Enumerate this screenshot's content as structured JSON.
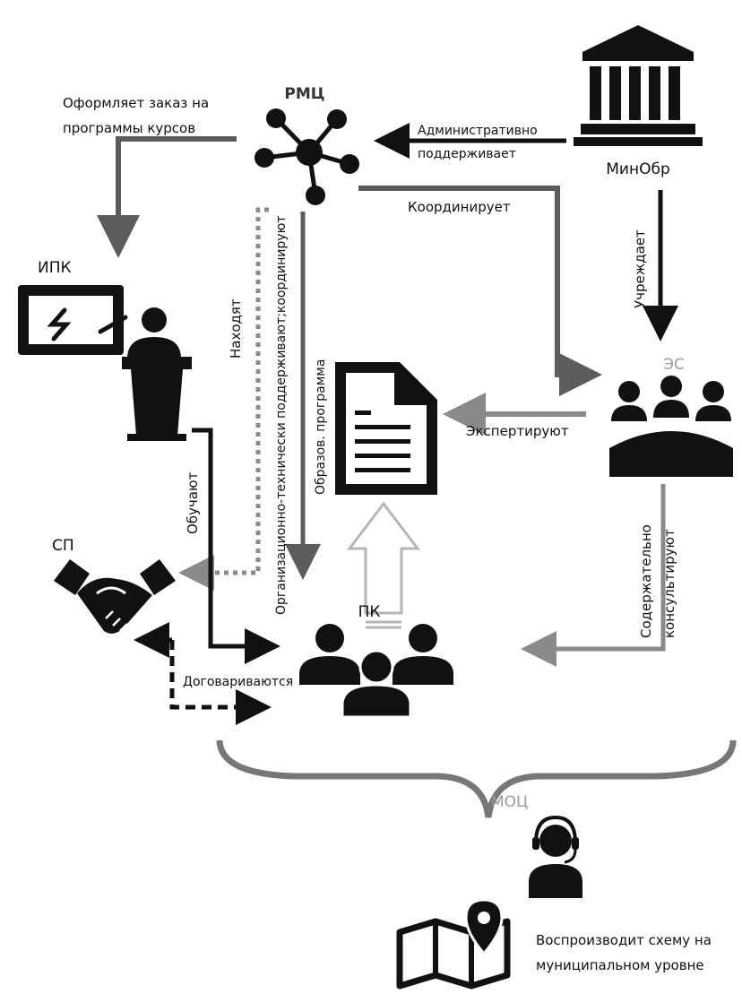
{
  "nodes": {
    "rmc": "РМЦ",
    "minobr": "МинОбр",
    "ipk": "ИПК",
    "es": "ЭС",
    "sp": "СП",
    "pk": "ПК",
    "moc": "МОЦ"
  },
  "edges": {
    "orders_line1": "Оформляет заказ на",
    "orders_line2": "программы курсов",
    "admin_line1": "Административно",
    "admin_line2": "поддерживает",
    "coordinates": "Координирует",
    "establishes": "Учреждает",
    "find": "Находят",
    "org_tech": "Организационно-технически поддерживают;координируют",
    "edu_program": "Образов. программа",
    "expertise": "Экспертируют",
    "teach": "Обучают",
    "content_line1": "Содержательно",
    "content_line2": "консультируют",
    "agree": "Договариваются"
  },
  "footer": {
    "line1": "Воспроизводит схему на",
    "line2": "муниципальном уровне"
  },
  "colors": {
    "black": "#111111",
    "dark_gray": "#5c5c5c",
    "mid_gray": "#8a8a8a",
    "light_gray": "#b5b5b5",
    "gray_label": "#9a9a9a"
  }
}
